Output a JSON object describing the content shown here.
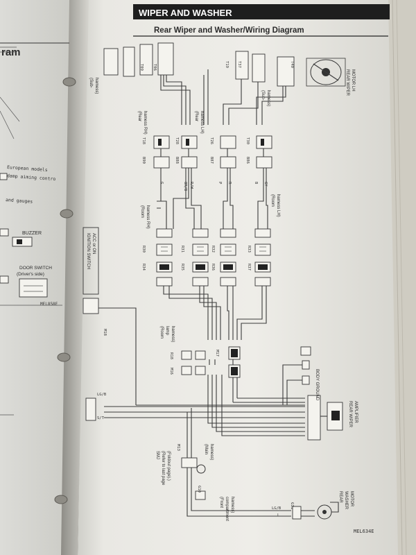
{
  "header": {
    "section": "WIPER AND WASHER",
    "title": "Rear Wiper and Washer/Wiring Diagram"
  },
  "left_page": {
    "title_fragment": "ram",
    "lines": [
      "European models",
      "ldamp aiming contro",
      "and gauges"
    ],
    "buzzer_label": "BUZZER",
    "door_switch": [
      "DOOR SWITCH",
      "(Driver's side)"
    ],
    "ref_code": "MEL858E"
  },
  "components": {
    "rear_wiper_motor_lh": [
      "REAR WIPER",
      "MOTOR LH"
    ],
    "rear_wiper_amplifier": [
      "REAR WIPER",
      "AMPLIFIER"
    ],
    "rear_washer_motor": [
      "REAR",
      "WASHER",
      "MOTOR"
    ],
    "body_ground": "BODY GROUND",
    "ignition_switch": [
      "IGNITION SWITCH",
      "ACC or ON"
    ]
  },
  "harnesses": {
    "sub_harness_top": [
      "(Sub-",
      "harness)"
    ],
    "sub_harness_right": [
      "(Sub-",
      "harness)"
    ],
    "rear_harness_rh": [
      "(Rear",
      "harness RH)"
    ],
    "rear_harness_lh": [
      "(Rear",
      "harness LH)"
    ],
    "room_harness_rh": [
      "(Room",
      "harness RH)"
    ],
    "room_harness_lh": [
      "(Room",
      "harness LH)"
    ],
    "room_lamp_harness": [
      "(Room",
      "lamp",
      "harness)"
    ],
    "front_compartment": [
      "(Front",
      "compartment",
      "harness)"
    ],
    "smj": [
      "SMJ",
      "(Refer to last page",
      "(Foldout page).)",
      "(Main",
      "harness)"
    ]
  },
  "wire_colors": [
    "G",
    "OR/B",
    "R/W",
    "R",
    "P",
    "B",
    "GY",
    "LG/B",
    "S/T",
    "L"
  ],
  "connectors_top": [
    "T09",
    "T06",
    "T19",
    "T37",
    "T40"
  ],
  "connectors_mid1": [
    "T18",
    "T28",
    "T26",
    "T30"
  ],
  "connectors_mid2": [
    "B90",
    "B88",
    "B87",
    "B86"
  ],
  "connectors_room_a": [
    "R30",
    "R31",
    "R32",
    "R33"
  ],
  "connectors_room_b": [
    "R34",
    "R35",
    "R36",
    "R37"
  ],
  "connectors_lower": [
    "R18",
    "M16",
    "M17",
    "M18"
  ],
  "connectors_bottom": [
    "G10",
    "G11",
    "M13"
  ],
  "ref_code": "MEL634E"
}
